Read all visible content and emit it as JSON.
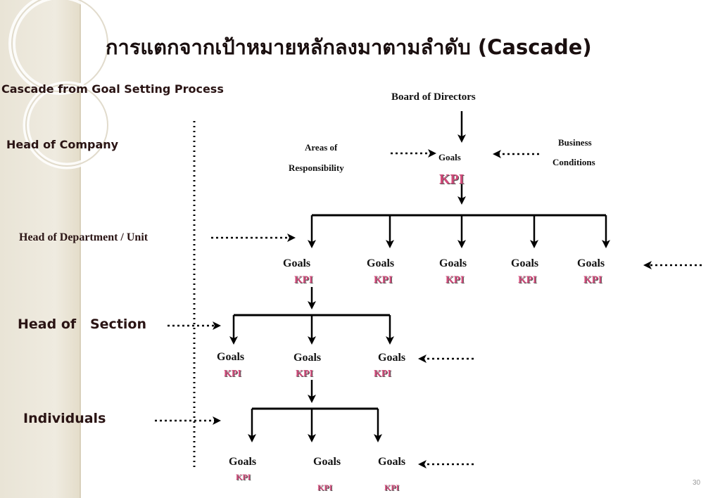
{
  "title": "การแตกจากเป้าหมายหลักลงมาตามลำดับ (Cascade)",
  "subtitle": "Cascade from Goal Setting Process",
  "levels": {
    "company": "Head of Company",
    "department": "Head of Department / Unit",
    "section": "Head of   Section",
    "individuals": "Individuals"
  },
  "top": {
    "board": "Board of Directors",
    "areas_line1": "Areas of",
    "areas_line2": "Responsibility",
    "business_line1": "Business",
    "business_line2": "Conditions",
    "goals": "Goals",
    "kpi": "KPI"
  },
  "department_nodes": [
    {
      "goals": "Goals",
      "kpi": "KPI"
    },
    {
      "goals": "Goals",
      "kpi": "KPI"
    },
    {
      "goals": "Goals",
      "kpi": "KPI"
    },
    {
      "goals": "Goals",
      "kpi": "KPI"
    },
    {
      "goals": "Goals",
      "kpi": "KPI"
    }
  ],
  "section_nodes": [
    {
      "goals": "Goals",
      "kpi": "KPI"
    },
    {
      "goals": "Goals",
      "kpi": "KPI"
    },
    {
      "goals": "Goals",
      "kpi": "KPI"
    }
  ],
  "individual_nodes": [
    {
      "goals": "Goals",
      "kpi": "KPI"
    },
    {
      "goals": "Goals",
      "kpi": "KPI"
    },
    {
      "goals": "Goals",
      "kpi": "KPI"
    }
  ],
  "page_number": "30",
  "colors": {
    "kpi": "#d14a7a",
    "sidebar": "#ece7da",
    "text": "#111111"
  }
}
